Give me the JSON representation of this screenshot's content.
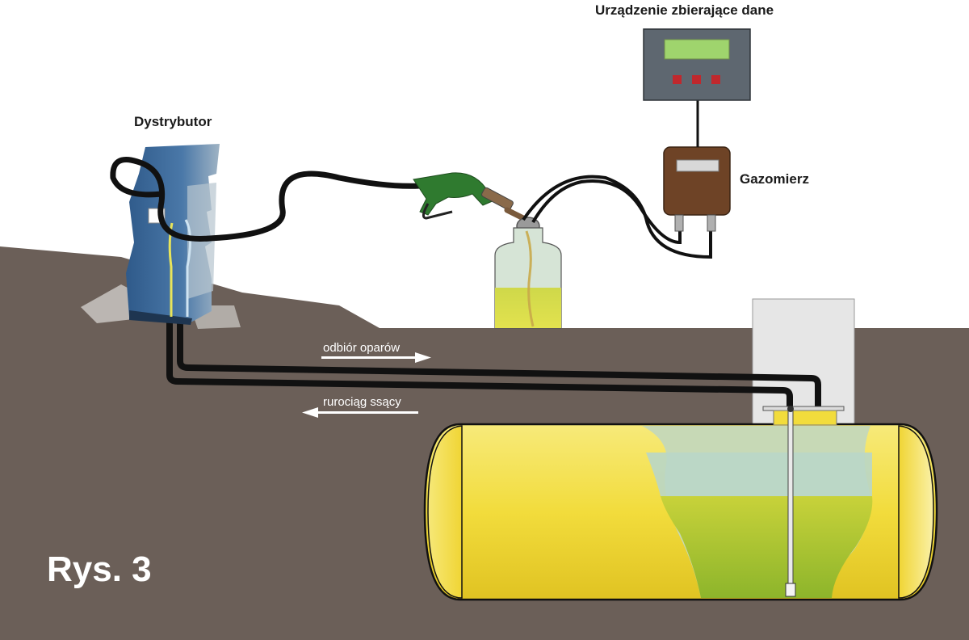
{
  "labels": {
    "data_collector": "Urządzenie zbierające dane",
    "dispenser": "Dystrybutor",
    "gas_meter": "Gazomierz",
    "vapor_return": "odbiór oparów",
    "suction_line": "rurociąg ssący",
    "figure": "Rys. 3"
  },
  "colors": {
    "ground": "#6b5f58",
    "tank_yellow": "#f2dc3c",
    "fuel_green": "#c9d53a",
    "vapor_blue": "#b9d6c8",
    "dispenser_blue": "#3f6a9a",
    "gas_meter_brown": "#6e4326",
    "collector_gray": "#5e6770",
    "display_green": "#9fd46d",
    "led_red": "#c0282d",
    "pipe": "#111111",
    "arrow": "#ffffff"
  },
  "icons": [
    "fuel-nozzle-icon",
    "fuel-dispenser-icon",
    "gas-meter-icon",
    "data-logger-icon",
    "fuel-tank-icon",
    "sample-container-icon"
  ]
}
